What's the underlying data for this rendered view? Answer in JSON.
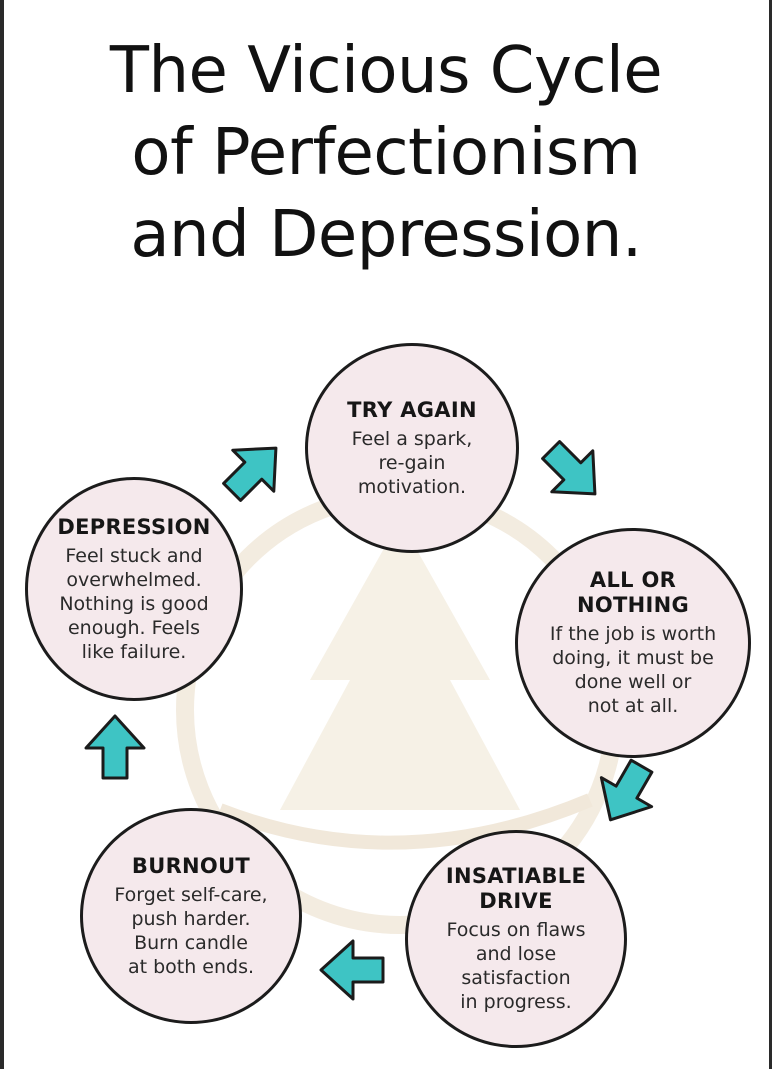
{
  "title": {
    "line1": "The Vicious Cycle",
    "line2": "of Perfectionism",
    "line3": "and Depression."
  },
  "nodes": [
    {
      "id": "try-again",
      "heading": "TRY AGAIN",
      "text": "Feel a spark,\nre-gain\nmotivation."
    },
    {
      "id": "all-or-nothing",
      "heading": "ALL OR\nNOTHING",
      "text": "If the job is worth\ndoing, it must be\ndone well or\nnot at all."
    },
    {
      "id": "insatiable-drive",
      "heading": "INSATIABLE\nDRIVE",
      "text": "Focus on flaws\nand lose\nsatisfaction\nin progress."
    },
    {
      "id": "burnout",
      "heading": "BURNOUT",
      "text": "Forget self-care,\npush harder.\nBurn candle\nat both ends."
    },
    {
      "id": "depression",
      "heading": "DEPRESSION",
      "text": "Feel stuck and\noverwhelmed.\nNothing is good\nenough. Feels\nlike failure."
    }
  ],
  "colors": {
    "node_fill": "#f5e9ec",
    "node_border": "#1c1c1c",
    "arrow_fill": "#3ec4c4",
    "arrow_stroke": "#1b1b1b"
  },
  "icons": {
    "cycle_arrows": "arrow-icon",
    "watermark": "faint-logo-watermark"
  }
}
